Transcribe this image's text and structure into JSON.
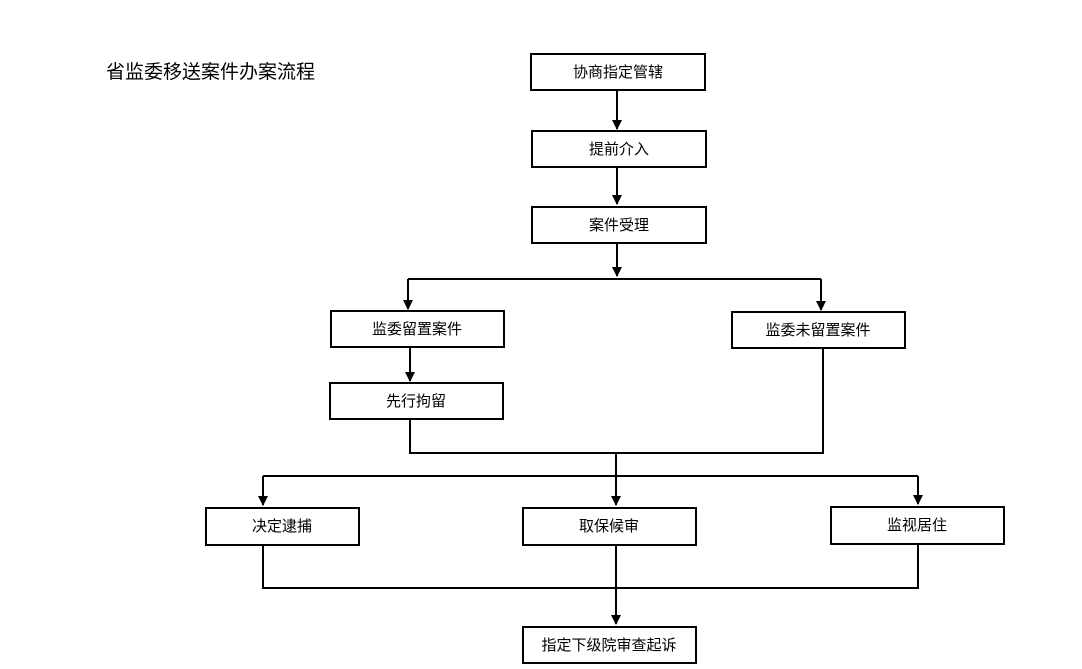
{
  "title": "省监委移送案件办案流程",
  "nodes": {
    "consult": "协商指定管辖",
    "early": "提前介入",
    "accept": "案件受理",
    "detained": "监委留置案件",
    "notDetained": "监委未留置案件",
    "custody": "先行拘留",
    "arrest": "决定逮捕",
    "bail": "取保候审",
    "surveillance": "监视居住",
    "prosecute": "指定下级院审查起诉"
  },
  "edges": [
    {
      "from": "consult",
      "to": "early"
    },
    {
      "from": "early",
      "to": "accept"
    },
    {
      "from": "accept",
      "to": "detained"
    },
    {
      "from": "accept",
      "to": "notDetained"
    },
    {
      "from": "detained",
      "to": "custody"
    },
    {
      "from": "custody",
      "to": "arrest"
    },
    {
      "from": "custody",
      "to": "bail"
    },
    {
      "from": "custody",
      "to": "surveillance"
    },
    {
      "from": "notDetained",
      "to": "arrest"
    },
    {
      "from": "notDetained",
      "to": "bail"
    },
    {
      "from": "notDetained",
      "to": "surveillance"
    },
    {
      "from": "arrest",
      "to": "prosecute"
    },
    {
      "from": "bail",
      "to": "prosecute"
    },
    {
      "from": "surveillance",
      "to": "prosecute"
    }
  ]
}
